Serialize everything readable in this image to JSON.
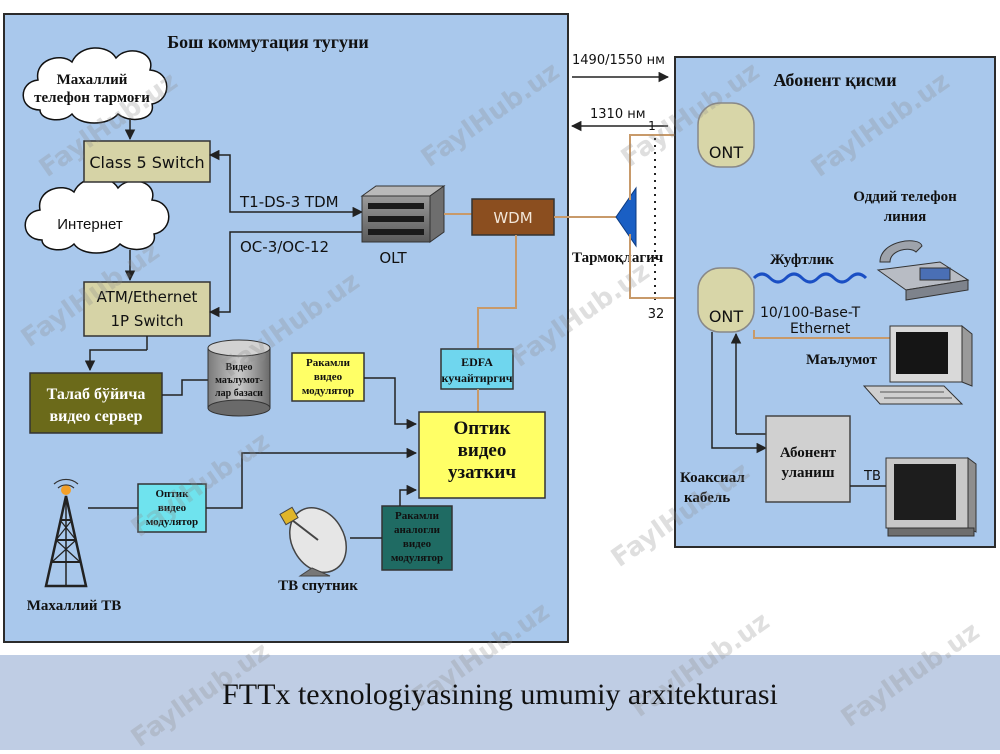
{
  "left_panel": {
    "title": "Бош коммутация тугуни",
    "cloud_phone": [
      "Махаллий",
      "телефон тармоғи"
    ],
    "cloud_internet": "Интернет",
    "class5_switch": "Class 5 Switch",
    "atm_switch": [
      "ATM/Ethernet",
      "1P Switch"
    ],
    "link_tdm": "T1-DS-3 TDM",
    "link_oc": "OC-3/OC-12",
    "olt": "OLT",
    "wdm": "WDM",
    "vod_server": [
      "Талаб бўйича",
      "видео сервер"
    ],
    "video_db": [
      "Видео",
      "маълумот-",
      "лар базаси"
    ],
    "digital_modulator": [
      "Ракамли",
      "видео",
      "модулятор"
    ],
    "edfa": [
      "EDFA",
      "кучайтиргич"
    ],
    "optical_tx": [
      "Оптик",
      "видео",
      "узаткич"
    ],
    "optical_modulator": [
      "Оптик",
      "видео",
      "модулятор"
    ],
    "analog_digital_modulator": [
      "Ракамли",
      "аналогли",
      "видео",
      "модулятор"
    ],
    "local_tv": "Махаллий ТВ",
    "satellite": "ТВ спутник"
  },
  "middle": {
    "wavelength_down": "1490/1550 нм",
    "wavelength_up": "1310 нм",
    "splitter": "Тармоқлагич",
    "port_first": "1",
    "port_last": "32"
  },
  "right_panel": {
    "title": "Абонент қисми",
    "ont_top": "ONT",
    "ont_bottom": "ONT",
    "phone_line": [
      "Оддий телефон",
      "линия"
    ],
    "twisted_pair": "Жуфтлик",
    "ethernet": [
      "10/100-Base-T",
      "Ethernet"
    ],
    "data": "Маълумот",
    "coax": [
      "Коаксиал",
      "кабель"
    ],
    "subscriber_box": [
      "Абонент",
      "уланиш"
    ],
    "tv": "ТВ"
  },
  "caption": "FTTx texnologiyasining umumiy arxitekturasi",
  "watermark": "FaylHub.uz",
  "colors": {
    "panel": "#a9c8ec",
    "panel_border": "#2b2b2b",
    "box_olive": "#d6d3a6",
    "server": "#6b6a1a",
    "wdm": "#8b4e1f",
    "edfa": "#6fd6ee",
    "optical_tx": "#ffff66",
    "teal_mod": "#1f6b63",
    "splitter": "#1a5fc4",
    "ont": "#d8d6a8",
    "fiber": "#c89a6a",
    "caption_bar": "#bfcde4"
  }
}
